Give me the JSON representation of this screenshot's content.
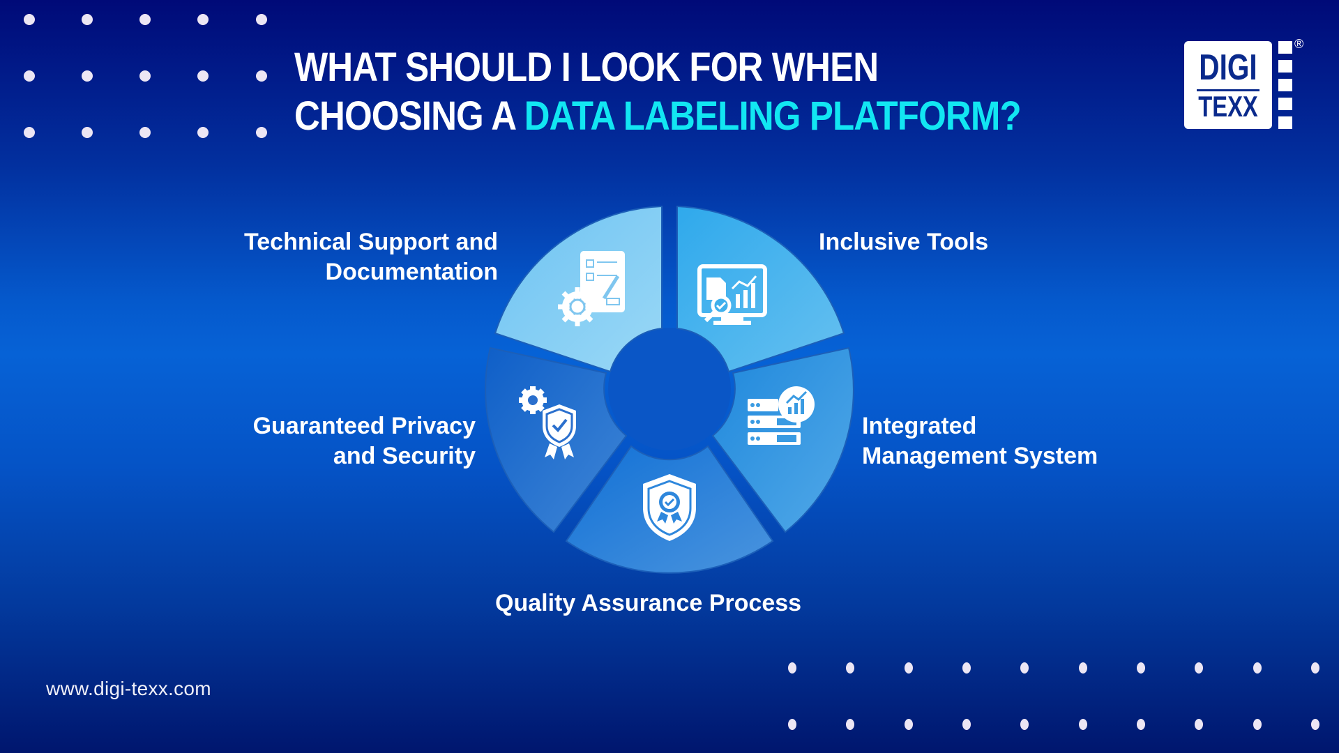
{
  "header": {
    "title_line1": "WHAT SHOULD I LOOK FOR WHEN",
    "title_line2_prefix": "CHOOSING A ",
    "title_line2_accent": "DATA LABELING PLATFORM?"
  },
  "logo": {
    "line1": "DIGI",
    "line2": "TEXX",
    "registered_mark": "®"
  },
  "wheel": {
    "segments": [
      {
        "label_line1": "Technical Support and",
        "label_line2": "Documentation",
        "icon": "checklist-gear-icon",
        "color": "#7fcaf2"
      },
      {
        "label_line1": "Inclusive Tools",
        "label_line2": "",
        "icon": "monitor-analytics-icon",
        "color": "#3fb0ec"
      },
      {
        "label_line1": "Integrated",
        "label_line2": "Management System",
        "icon": "server-chart-icon",
        "color": "#3a9be2"
      },
      {
        "label_line1": "Quality Assurance Process",
        "label_line2": "",
        "icon": "shield-badge-icon",
        "color": "#2e87dc"
      },
      {
        "label_line1": "Guaranteed Privacy",
        "label_line2": "and Security",
        "icon": "gear-shield-ribbon-icon",
        "color": "#2a6fcd"
      }
    ]
  },
  "footer": {
    "url": "www.digi-texx.com"
  },
  "colors": {
    "accent": "#12e6f2",
    "bg_top": "#000a78",
    "bg_mid": "#0662d6",
    "bg_bottom": "#00166e",
    "logo_blue": "#0a2a8c"
  }
}
